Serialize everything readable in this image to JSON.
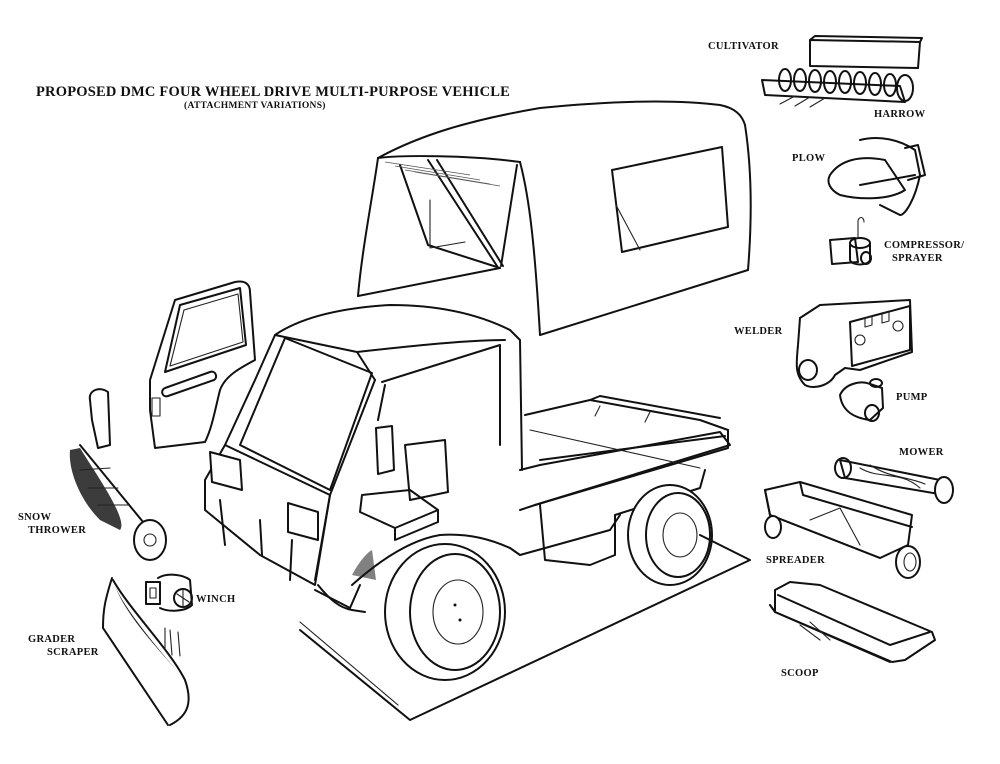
{
  "header": {
    "title": "PROPOSED DMC FOUR WHEEL DRIVE MULTI-PURPOSE VEHICLE",
    "subtitle": "(ATTACHMENT VARIATIONS)"
  },
  "vehicle": {
    "parts": [
      "canopy-top",
      "cab",
      "door",
      "flatbed",
      "wheels"
    ]
  },
  "attachments": {
    "cultivator": "CULTIVATOR",
    "harrow": "HARROW",
    "plow": "PLOW",
    "compressor_line1": "COMPRESSOR/",
    "compressor_line2": "SPRAYER",
    "welder": "WELDER",
    "pump": "PUMP",
    "mower": "MOWER",
    "spreader": "SPREADER",
    "scoop": "SCOOP",
    "snow_line1": "SNOW",
    "snow_line2": "THROWER",
    "winch": "WINCH",
    "grader_line1": "GRADER",
    "grader_line2": "SCRAPER"
  },
  "colors": {
    "ink": "#111111",
    "paper": "#ffffff"
  }
}
